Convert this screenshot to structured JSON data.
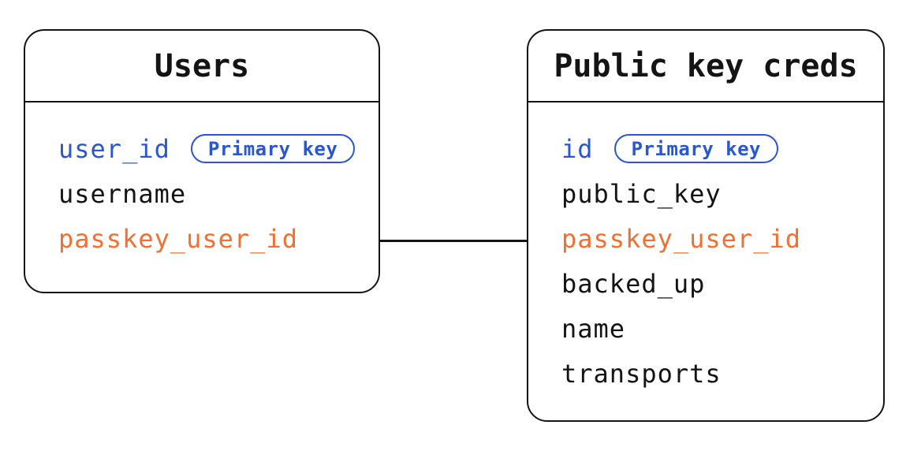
{
  "colors": {
    "primary_key_blue": "#2a57cf",
    "foreign_key_orange": "#ee7133",
    "line_black": "#141414"
  },
  "tables": [
    {
      "id": "users-table",
      "title": "Users",
      "fields": [
        {
          "label": "user_id",
          "color": "blue",
          "badge": "Primary key"
        },
        {
          "label": "username",
          "color": "default"
        },
        {
          "label": "passkey_user_id",
          "color": "orange"
        }
      ]
    },
    {
      "id": "pkc-table",
      "title": "Public key creds",
      "fields": [
        {
          "label": "id",
          "color": "blue",
          "badge": "Primary key"
        },
        {
          "label": "public_key",
          "color": "default"
        },
        {
          "label": "passkey_user_id",
          "color": "orange"
        },
        {
          "label": "backed_up",
          "color": "default"
        },
        {
          "label": "name",
          "color": "default"
        },
        {
          "label": "transports",
          "color": "default"
        }
      ]
    }
  ],
  "relationship": {
    "description": "line connecting passkey_user_id in Users to passkey_user_id in Public key creds"
  }
}
